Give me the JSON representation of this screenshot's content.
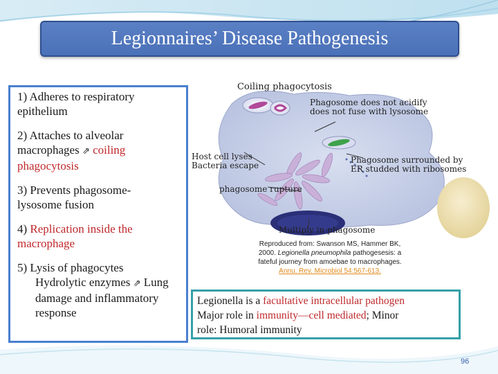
{
  "title": "Legionnaires’ Disease Pathogenesis",
  "points": {
    "p1": "1) Adheres to respiratory epithelium",
    "p2_a": "2) Attaches to alveolar macrophages",
    "p2_b": "coiling phagocytosis",
    "p3": "3) Prevents phagosome-lysosome fusion",
    "p4_a": "4)",
    "p4_b": "Replication inside the macrophage",
    "p5_a": "5) Lysis of phagocytes",
    "p5_b": "Hydrolytic enzymes",
    "p5_c": "Lung damage and inflammatory response",
    "arrow": "⇗"
  },
  "diagram": {
    "coiling": "Coiling phagocytosis",
    "no_acid_1": "Phagosome does not acidify",
    "no_acid_2": "does not fuse with lysosome",
    "lyses_1": "Host cell lyses",
    "lyses_2": "Bacteria escape",
    "surround_1": "Phagosome surrounded by",
    "surround_2": "ER studded with ribosomes",
    "rupture": "phagosome rupture",
    "multiply": "Multiply in phagosome"
  },
  "citation": {
    "text_a": "Reproduced from: Swanson MS, Hammer BK, 2000.",
    "italic": "Legionella pneumophila",
    "text_b": "pathogesesis: a fateful journey from amoebae to macrophages.",
    "link": "Annu. Rev. Microbiol 54:567-613."
  },
  "summary": {
    "l1_a": "Legionella is a",
    "l1_b": "facultative intracellular pathogen",
    "l2_a": "Major role in",
    "l2_b": "immunity—cell mediated",
    "l2_c": "; Minor",
    "l3": "role: Humoral immunity"
  },
  "page_number": "96",
  "colors": {
    "title_bg": "#4a70b8",
    "left_border": "#4a7fd0",
    "right_border": "#35a0a8",
    "accent_red": "#c0282b"
  }
}
